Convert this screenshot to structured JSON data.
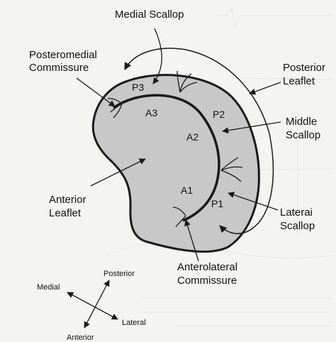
{
  "labels": {
    "medial_scallop": "Medial Scallop",
    "posteromedial_line1": "Posteromedial",
    "posteromedial_line2": "Commissure",
    "posterior_leaflet_line1": "Posterior",
    "posterior_leaflet_line2": "Leaflet",
    "middle_scallop_line1": "Middle",
    "middle_scallop_line2": "Scallop",
    "anterior_leaflet_line1": "Anterior",
    "anterior_leaflet_line2": "Leaflet",
    "lateral_scallop_line1": "Laterai",
    "lateral_scallop_line2": "Scallop",
    "anterolateral_line1": "Anterolateral",
    "anterolateral_line2": "Commissure"
  },
  "segments": {
    "p3": "P3",
    "a3": "A3",
    "p2": "P2",
    "a2": "A2",
    "a1": "A1",
    "p1": "P1"
  },
  "compass": {
    "posterior": "Posterior",
    "medial": "Medial",
    "lateral": "Lateral",
    "anterior": "Anterior"
  },
  "colors": {
    "valve_fill": "#c8c8c8",
    "outline": "#1a1a1a",
    "background": "#f4f4f1"
  }
}
